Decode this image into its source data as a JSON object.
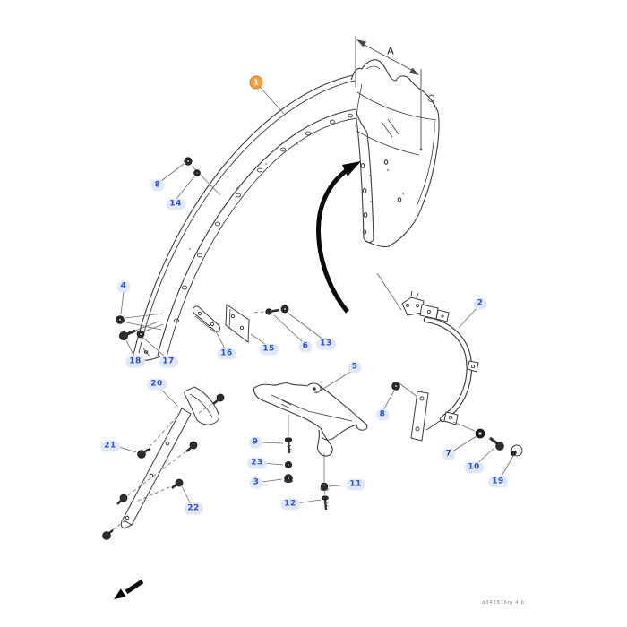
{
  "figure": {
    "dimension_label": "A",
    "drawing_code": "d342876m 4 b"
  },
  "colors": {
    "line": "#3d3d3d",
    "leader": "#6a6a6a",
    "callout_text": "#2b4fd6",
    "callout_halo": "#e0e9f9",
    "highlight_badge": "#f2a33c",
    "arrow": "#0a0a0a"
  },
  "icons": {
    "rotation_arrow": "curved-arrow",
    "direction_arrow": "thick-diagonal-arrow"
  },
  "callouts": [
    {
      "id": "1",
      "label": "1",
      "highlighted": true
    },
    {
      "id": "8a",
      "label": "8"
    },
    {
      "id": "14",
      "label": "14"
    },
    {
      "id": "4",
      "label": "4"
    },
    {
      "id": "18",
      "label": "18"
    },
    {
      "id": "17",
      "label": "17"
    },
    {
      "id": "16",
      "label": "16"
    },
    {
      "id": "15",
      "label": "15"
    },
    {
      "id": "6",
      "label": "6"
    },
    {
      "id": "13",
      "label": "13"
    },
    {
      "id": "2",
      "label": "2"
    },
    {
      "id": "20",
      "label": "20"
    },
    {
      "id": "5",
      "label": "5"
    },
    {
      "id": "8b",
      "label": "8"
    },
    {
      "id": "21",
      "label": "21"
    },
    {
      "id": "9",
      "label": "9"
    },
    {
      "id": "23",
      "label": "23"
    },
    {
      "id": "3",
      "label": "3"
    },
    {
      "id": "11",
      "label": "11"
    },
    {
      "id": "12",
      "label": "12"
    },
    {
      "id": "22",
      "label": "22"
    },
    {
      "id": "7",
      "label": "7"
    },
    {
      "id": "10",
      "label": "10"
    },
    {
      "id": "19",
      "label": "19"
    }
  ]
}
